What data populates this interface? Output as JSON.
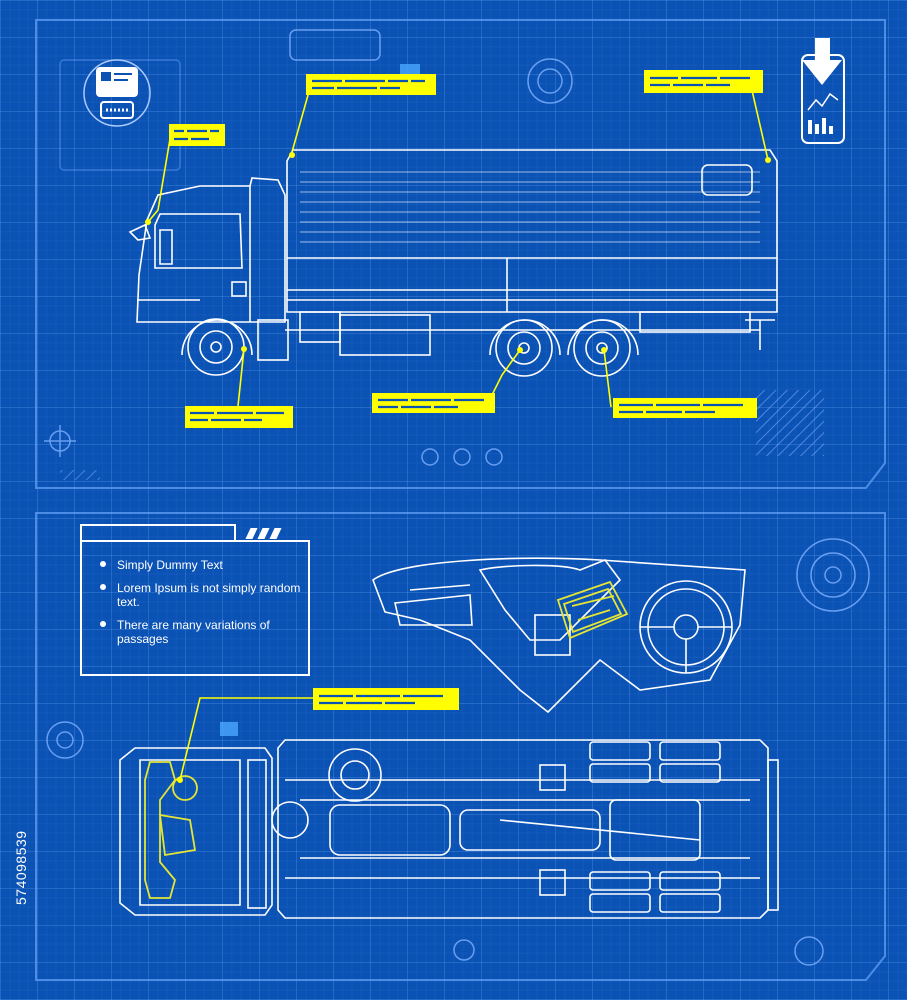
{
  "panel": {
    "bullets": [
      "Simply Dummy Text",
      "Lorem Ipsum is not simply random text.",
      "There are many variations of passages"
    ]
  },
  "watermark": {
    "stock_id": "574098539"
  },
  "colors": {
    "background": "#0b52b5",
    "line": "#ffffff",
    "callout": "#ffff00",
    "highlight": "#e4e633"
  },
  "icons": {
    "top_left": "id-card-icon",
    "top_right": "download-report-icon"
  }
}
